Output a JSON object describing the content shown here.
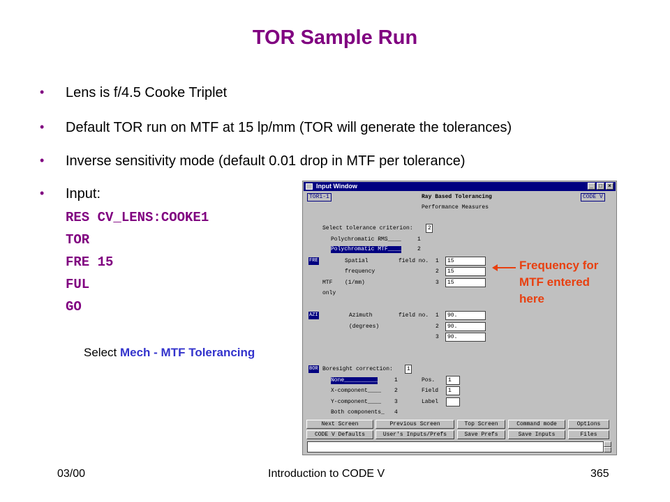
{
  "slide": {
    "title": "TOR Sample Run",
    "bullets": [
      "Lens is f/4.5 Cooke Triplet",
      "Default TOR run on MTF at 15 lp/mm (TOR will generate the tolerances)",
      "Inverse sensitivity mode (default 0.01 drop in MTF per tolerance)",
      "Input:"
    ],
    "bullet_marker": "•",
    "code_lines": [
      "RES CV_LENS:COOKE1",
      "TOR",
      "FRE 15",
      "FUL",
      "GO"
    ],
    "select_prefix": "Select ",
    "select_highlight": "Mech - MTF Tolerancing",
    "annotation": [
      "Frequency for",
      "MTF entered",
      "here"
    ],
    "annotation_color": "#e84010",
    "title_color": "#800080",
    "footer": {
      "left": "03/00",
      "center": "Introduction to CODE V",
      "right": "365"
    }
  },
  "window": {
    "title": "Input Window",
    "controls": [
      "_",
      "□",
      "×"
    ],
    "screen_id": "TOR1-1",
    "heading1": "Ray Based Tolerancing",
    "heading2": "Performance Measures",
    "product_tag": "CODE V",
    "criterion_label": "Select tolerance criterion:",
    "criterion_value": "2",
    "criterion_options": [
      {
        "label": "Polychromatic RMS____",
        "num": "1"
      },
      {
        "label": "Polychromatic MTF____",
        "num": "2"
      }
    ],
    "fre_tag": "FRE",
    "fre_labels": [
      "Spatial",
      "frequency",
      "MTF",
      "(1/mm)",
      "only"
    ],
    "field_label": "field no.",
    "fre_fields": [
      {
        "num": "1",
        "value": "15"
      },
      {
        "num": "2",
        "value": "15"
      },
      {
        "num": "3",
        "value": "15"
      }
    ],
    "azi_tag": "AZI",
    "azi_labels": [
      "Azimuth",
      "(degrees)"
    ],
    "azi_fields": [
      {
        "num": "1",
        "value": "90."
      },
      {
        "num": "2",
        "value": "90."
      },
      {
        "num": "3",
        "value": "90."
      }
    ],
    "bor_tag": "BOR",
    "bor_label": "Boresight correction:",
    "bor_value": "1",
    "bor_options": [
      {
        "label": "None__________",
        "num": "1"
      },
      {
        "label": "X-component____",
        "num": "2"
      },
      {
        "label": "Y-component____",
        "num": "3"
      },
      {
        "label": "Both components_",
        "num": "4"
      }
    ],
    "bor_right": [
      {
        "label": "Pos.",
        "value": "1"
      },
      {
        "label": "Field",
        "value": "1"
      },
      {
        "label": "Label",
        "value": ""
      }
    ],
    "buttons_row1": [
      "Next Screen",
      "Previous Screen",
      "Top Screen",
      "Command mode",
      "Options"
    ],
    "buttons_row2": [
      "CODE V Defaults",
      "User's Inputs/Prefs",
      "Save Prefs",
      "Save Inputs",
      "Files"
    ]
  }
}
